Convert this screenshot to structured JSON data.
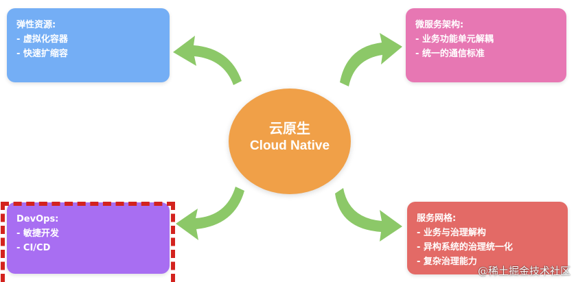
{
  "center": {
    "title_cn": "云原生",
    "title_en": "Cloud Native"
  },
  "boxes": {
    "top_left": {
      "title": "弹性资源:",
      "items": [
        "- 虚拟化容器",
        "- 快速扩缩容"
      ]
    },
    "top_right": {
      "title": "微服务架构:",
      "items": [
        "- 业务功能单元解耦",
        "- 统一的通信标准"
      ]
    },
    "bottom_left": {
      "title": "DevOps:",
      "items": [
        "- 敏捷开发",
        "- CI/CD"
      ]
    },
    "bottom_right": {
      "title": "服务网格:",
      "items": [
        "- 业务与治理解构",
        "- 异构系统的治理统一化",
        "- 复杂治理能力"
      ]
    }
  },
  "watermark": "@稀土掘金技术社区",
  "colors": {
    "top_left": "#74aef5",
    "top_right": "#e777b3",
    "bottom_left": "#a86ef2",
    "bottom_right": "#e36a66",
    "center": "#f0a048",
    "arrow": "#8cc868",
    "highlight": "#d3231e"
  }
}
